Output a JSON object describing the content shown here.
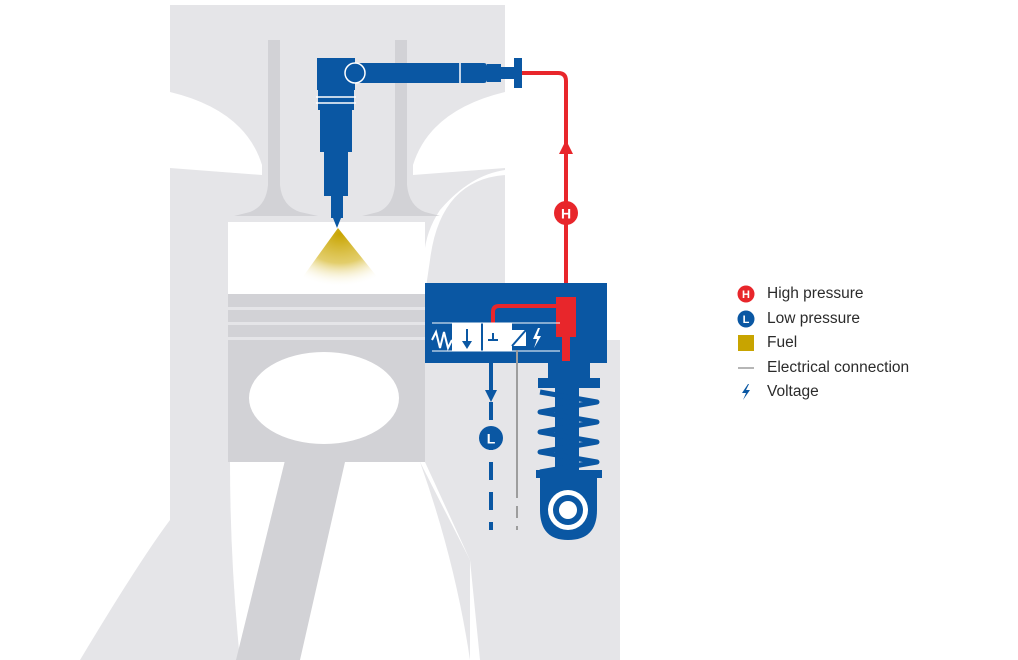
{
  "colors": {
    "engine_gray": "#e5e5e8",
    "engine_gray_dark": "#d2d2d6",
    "bosch_blue": "#0a57a3",
    "high_pressure_red": "#e8262b",
    "fuel_gold": "#c8a400",
    "electrical_gray": "#9d9d9d",
    "text": "#2b2b2b"
  },
  "diagram": {
    "marker_high": "H",
    "marker_low": "L"
  },
  "legend": {
    "items": [
      {
        "key": "high",
        "label": "High pressure",
        "symbol": "H",
        "symbol_icon": "high-pressure-marker-icon",
        "color": "#e8262b"
      },
      {
        "key": "low",
        "label": "Low pressure",
        "symbol": "L",
        "symbol_icon": "low-pressure-marker-icon",
        "color": "#0a57a3"
      },
      {
        "key": "fuel",
        "label": "Fuel",
        "symbol_icon": "fuel-swatch-icon",
        "color": "#c8a400"
      },
      {
        "key": "electrical",
        "label": "Electrical connection",
        "symbol_icon": "line-icon",
        "color": "#9d9d9d"
      },
      {
        "key": "voltage",
        "label": "Voltage",
        "symbol_icon": "lightning-bolt-icon",
        "color": "#0a57a3"
      }
    ]
  }
}
